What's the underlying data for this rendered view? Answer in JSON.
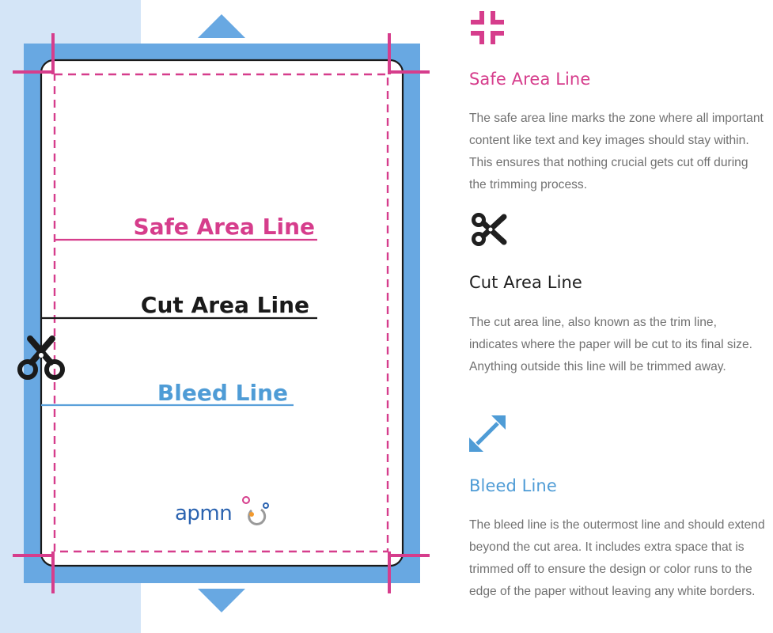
{
  "diagram": {
    "labels": {
      "safe": "Safe Area Line",
      "cut": "Cut Area Line",
      "bleed": "Bleed Line"
    },
    "logo_text": "apmn",
    "colors": {
      "bleed_fill": "#68a8e2",
      "left_band": "#d4e5f7",
      "safe_dash": "#d63d8c",
      "crop_marks": "#d63d8c",
      "cut_line": "#1a1a1a",
      "bleed_line": "#5aa0da",
      "logo_blue": "#2b63b0",
      "logo_orange": "#f29a2e",
      "logo_gray": "#9a9a9a"
    }
  },
  "sections": [
    {
      "icon": "shrink-corners-icon",
      "title": "Safe Area Line",
      "color": "#d63d8c",
      "text": "The safe area line marks the zone where all important content like text and key images should stay within. This ensures that nothing crucial gets cut off during the trimming process."
    },
    {
      "icon": "scissors-icon",
      "title": "Cut Area Line",
      "color": "#1f1f1f",
      "text": "The cut area line, also known as the trim line, indicates where the paper will be cut to its final size. Anything outside this line will be trimmed away."
    },
    {
      "icon": "expand-arrows-icon",
      "title": "Bleed Line",
      "color": "#4f9cd6",
      "text": "The bleed line is the outermost line and should extend beyond the cut area. It includes extra space that is trimmed off to ensure the design or color runs to the edge of the paper without leaving any white borders."
    }
  ]
}
